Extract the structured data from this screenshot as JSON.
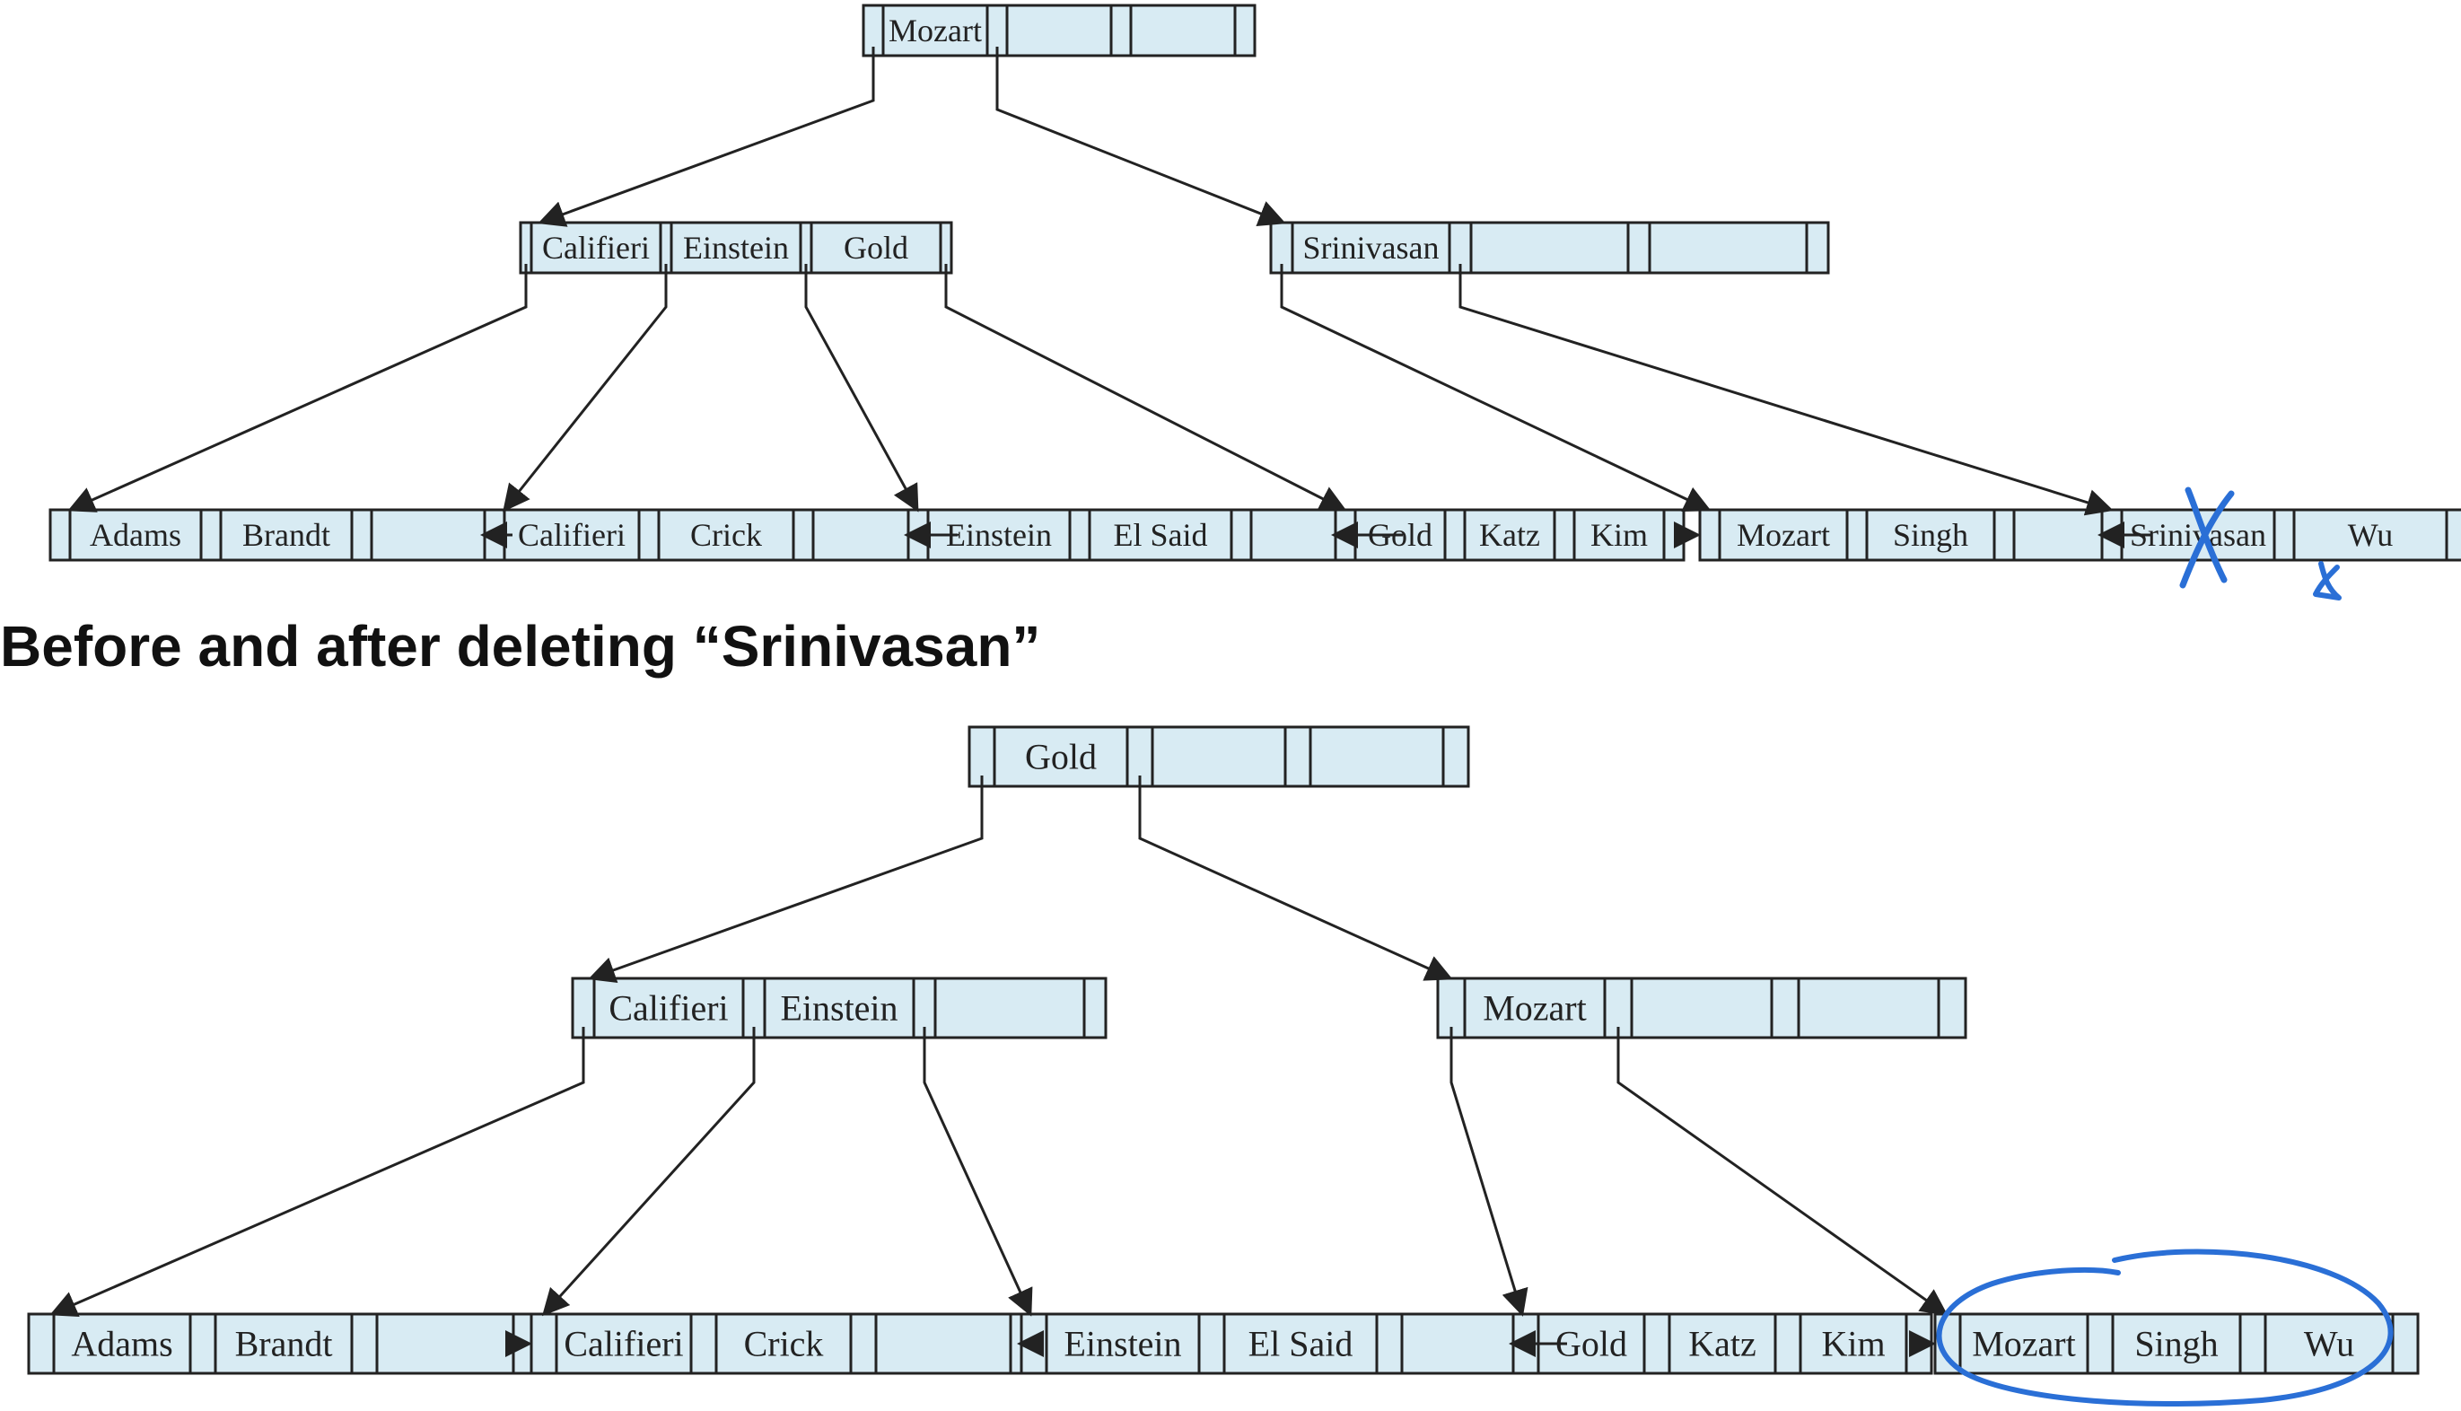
{
  "caption": "Before and after deleting “Srinivasan”",
  "colors": {
    "node_fill": "#d8ebf3",
    "stroke": "#222222",
    "annotation": "#2a6fd6",
    "text": "#111111"
  },
  "before_tree": {
    "root": [
      "Mozart",
      "",
      ""
    ],
    "internal": [
      [
        "Califieri",
        "Einstein",
        "Gold"
      ],
      [
        "Srinivasan",
        "",
        ""
      ]
    ],
    "leaves": [
      [
        "Adams",
        "Brandt",
        ""
      ],
      [
        "Califieri",
        "Crick",
        ""
      ],
      [
        "Einstein",
        "El Said",
        ""
      ],
      [
        "Gold",
        "Katz",
        "Kim"
      ],
      [
        "Mozart",
        "Singh",
        ""
      ],
      [
        "Srinivasan",
        "Wu",
        ""
      ]
    ],
    "annotations": {
      "deleted_key": "Srinivasan",
      "mark": "cross-out"
    }
  },
  "after_tree": {
    "root": [
      "Gold",
      "",
      ""
    ],
    "internal": [
      [
        "Califieri",
        "Einstein",
        ""
      ],
      [
        "Mozart",
        "",
        ""
      ]
    ],
    "leaves": [
      [
        "Adams",
        "Brandt",
        ""
      ],
      [
        "Califieri",
        "Crick",
        ""
      ],
      [
        "Einstein",
        "El Said",
        ""
      ],
      [
        "Gold",
        "Katz",
        "Kim"
      ],
      [
        "Mozart",
        "Singh",
        "Wu"
      ]
    ],
    "annotations": {
      "highlighted_leaf": "Mozart | Singh | Wu",
      "mark": "circle"
    }
  }
}
